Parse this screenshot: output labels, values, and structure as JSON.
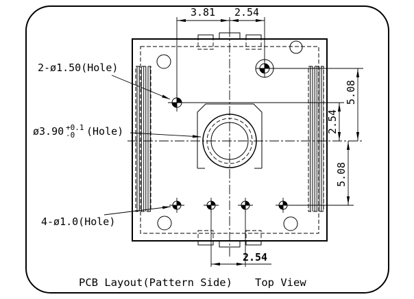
{
  "drawing": {
    "callouts": {
      "holes_top": "2-ø1.50(Hole)",
      "center_prefix": "ø3.90",
      "center_tol_plus": "+0.1",
      "center_tol_minus": "-0",
      "center_suffix": "(Hole)",
      "holes_bottom": "4-ø1.0(Hole)"
    },
    "dimensions": {
      "top_span_left": "3.81",
      "top_span_right": "2.54",
      "right_upper": "5.08",
      "right_inner": "2.54",
      "right_lower": "5.08",
      "bottom_span": "2.54"
    },
    "captions": {
      "view_left": "PCB Layout(Pattern Side)",
      "view_right": "Top View"
    },
    "colors": {
      "ink": "#000000",
      "paper": "#ffffff"
    }
  }
}
